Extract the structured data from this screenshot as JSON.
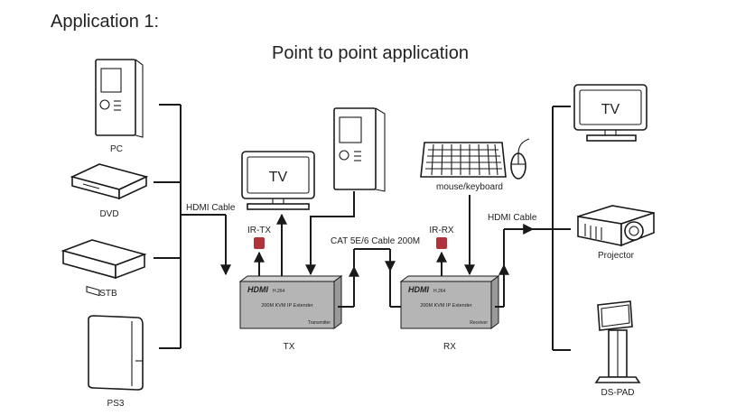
{
  "header": {
    "app_title": "Application 1:",
    "diagram_title": "Point to point application"
  },
  "sources": [
    {
      "label": "PC"
    },
    {
      "label": "DVD"
    },
    {
      "label": "STB"
    },
    {
      "label": "PS3"
    }
  ],
  "cables": {
    "hdmi_left": "HDMI Cable",
    "hdmi_right": "HDMI Cable",
    "cat": "CAT 5E/6 Cable 200M"
  },
  "transmitter": {
    "brand": "HDMI",
    "codec": "H.264",
    "model": "200M KVM IP Extender",
    "role": "Transmitter",
    "caption": "TX",
    "ir_label": "IR-TX",
    "monitor_text": "TV"
  },
  "receiver": {
    "brand": "HDMI",
    "codec": "H.264",
    "model": "200M KVM IP Extender",
    "role": "Receiver",
    "caption": "RX",
    "ir_label": "IR-RX",
    "peripheral_label": "mouse/keyboard"
  },
  "displays": [
    {
      "label": "TV",
      "screen_text": "TV"
    },
    {
      "label": "Projector"
    },
    {
      "label": "DS-PAD"
    }
  ],
  "colors": {
    "box_fill": "#b5b5b5",
    "ir_red": "#b0323a",
    "line": "#1a1a1a"
  }
}
